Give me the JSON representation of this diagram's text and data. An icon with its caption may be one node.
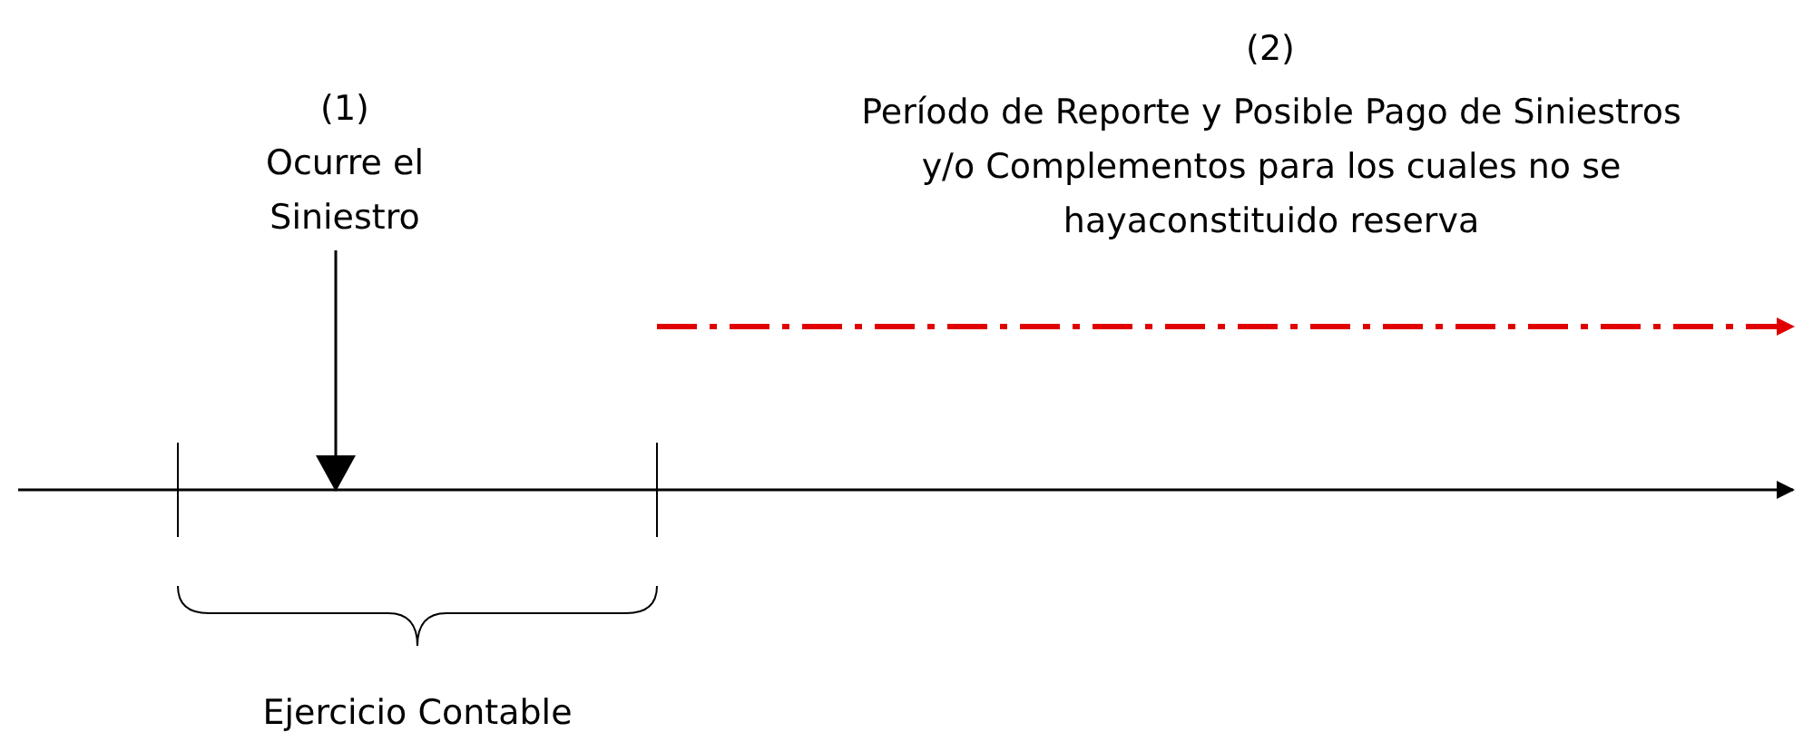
{
  "diagram": {
    "nodes": [
      {
        "text": [
          "(1)",
          "Ocurre el Siniestro"
        ]
      },
      {
        "text": [],
        "shape": "bar"
      }
    ],
    "edges": [
      {
        "from": 0,
        "to": 1,
        "arrow": "to"
      }
    ],
    "labels": [
      "(2)",
      "Período de Reporte y Posible Pago de Siniestros y/o Complementos para los cuales no se hayaconstituido reserva",
      "Ejercicio Contable"
    ]
  }
}
